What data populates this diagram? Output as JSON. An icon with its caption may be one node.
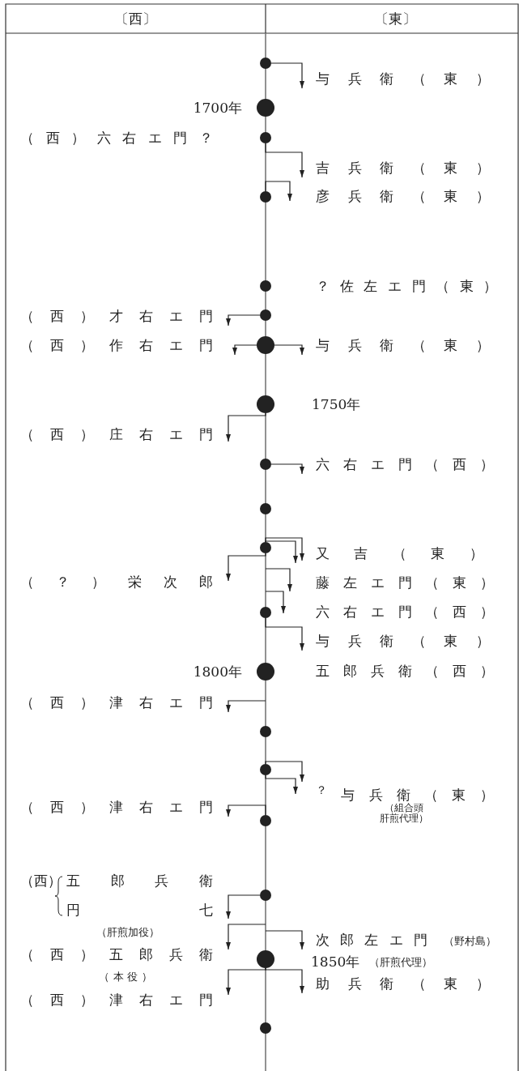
{
  "diagram": {
    "nodes": [
      {
        "text": [],
        "shape": "circle"
      },
      {
        "text": [
          "与兵衛（東）"
        ]
      },
      {
        "text": [],
        "shape": "circle",
        "beside": [
          "1700年"
        ]
      },
      {
        "text": [
          "（西）六右エ門？"
        ]
      },
      {
        "text": [],
        "shape": "circle"
      },
      {
        "text": [
          "吉兵衛（東）"
        ]
      },
      {
        "text": [],
        "shape": "circle"
      },
      {
        "text": [
          "彦兵衛（東）"
        ]
      },
      {
        "text": [],
        "shape": "circle"
      },
      {
        "text": [
          "？佐左エ門（東）"
        ]
      },
      {
        "text": [
          "（西）才右エ門"
        ]
      },
      {
        "text": [],
        "shape": "circle"
      },
      {
        "text": [
          "（西）作右エ門"
        ]
      },
      {
        "text": [],
        "shape": "circle"
      },
      {
        "text": [
          "与兵衛（東）"
        ]
      },
      {
        "text": [],
        "shape": "circle",
        "beside": [
          "1750年"
        ]
      },
      {
        "text": [
          "（西）庄右エ門"
        ]
      },
      {
        "text": [],
        "shape": "circle"
      },
      {
        "text": [
          "六右エ門（西）"
        ]
      },
      {
        "text": [],
        "shape": "circle"
      },
      {
        "text": [],
        "shape": "circle"
      },
      {
        "text": [
          "又吉（東）"
        ]
      },
      {
        "text": [
          "（？）栄次郎"
        ]
      },
      {
        "text": [
          "藤左エ門（東）"
        ]
      },
      {
        "text": [],
        "shape": "circle"
      },
      {
        "text": [
          "六右エ門（西）"
        ]
      },
      {
        "text": [
          "与兵衛（東）"
        ]
      },
      {
        "text": [],
        "shape": "circle",
        "beside": [
          "1800年"
        ]
      },
      {
        "text": [
          "五郎兵衛（西）"
        ]
      },
      {
        "text": [
          "（西）津右エ門"
        ]
      },
      {
        "text": [],
        "shape": "circle"
      },
      {
        "text": [],
        "shape": "circle"
      },
      {
        "text": [
          "$^{？}$与兵衛（東）"
        ],
        "beside": [
          "（組合頭肝煎代理）"
        ]
      },
      {
        "text": [
          "（西）津右エ門"
        ]
      },
      {
        "text": [],
        "shape": "circle"
      },
      {
        "text": [
          "（西）",
          "五郎兵衛",
          "円七"
        ],
        "beside": [
          "（肝煎加役）"
        ]
      },
      {
        "text": [],
        "shape": "circle"
      },
      {
        "text": [
          "次郎左エ門"
        ],
        "beside": [
          "（野村島）",
          "（肝煎代理）"
        ]
      },
      {
        "text": [
          "（西）五郎兵衛"
        ],
        "beside": [
          "（本役）"
        ]
      },
      {
        "text": [],
        "shape": "circle"
      },
      {
        "text": [
          "助兵衛（東）"
        ]
      },
      {
        "text": [
          "（西）津右エ門"
        ]
      },
      {
        "text": [],
        "shape": "circle"
      }
    ],
    "edges": [
      {
        "from": 0,
        "to": 1,
        "arrow": "to"
      },
      {
        "from": 4,
        "to": 5,
        "arrow": "to"
      },
      {
        "from": 6,
        "to": 7,
        "arrow": "to"
      },
      {
        "from": 11,
        "to": 10,
        "arrow": "to"
      },
      {
        "from": 13,
        "to": 12,
        "arrow": "to"
      },
      {
        "from": 13,
        "to": 14,
        "arrow": "to"
      },
      {
        "from": 15,
        "to": 16,
        "arrow": "to"
      },
      {
        "from": 17,
        "to": 18,
        "arrow": "to"
      },
      {
        "from": 20,
        "to": 21,
        "arrow": "to"
      },
      {
        "from": 20,
        "to": 21,
        "arrow": "to"
      },
      {
        "from": 20,
        "to": 22,
        "arrow": "to"
      },
      {
        "from": null,
        "to": 23,
        "arrow": "to"
      },
      {
        "from": null,
        "to": 25,
        "arrow": "to"
      },
      {
        "from": 24,
        "to": 26,
        "arrow": "to"
      },
      {
        "from": null,
        "to": 29,
        "arrow": "to"
      },
      {
        "from": 31,
        "to": 32,
        "arrow": "to"
      },
      {
        "from": 31,
        "to": 32,
        "arrow": "to"
      },
      {
        "from": 34,
        "to": 33,
        "arrow": "to"
      },
      {
        "from": 36,
        "to": 35,
        "arrow": "to"
      },
      {
        "from": null,
        "to": 38,
        "arrow": "to"
      },
      {
        "from": null,
        "to": 37,
        "arrow": "to"
      },
      {
        "from": 39,
        "to": 41,
        "arrow": "to"
      },
      {
        "from": 39,
        "to": 40,
        "arrow": "to"
      }
    ],
    "labels": [
      "〔西〕",
      "〔東〕",
      "1850年"
    ]
  }
}
